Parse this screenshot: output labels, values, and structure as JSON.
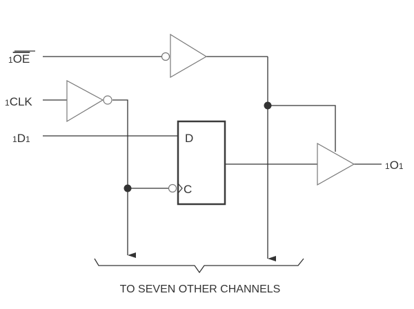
{
  "signals": {
    "oe": {
      "prefix": "1",
      "name": "OE",
      "active_low": true
    },
    "clk": {
      "prefix": "1",
      "name": "CLK"
    },
    "d": {
      "prefix": "1",
      "name": "D",
      "suffix": "1"
    },
    "out": {
      "prefix": "1",
      "name": "O",
      "suffix": "1"
    }
  },
  "flipflop": {
    "d_label": "D",
    "c_label": "C"
  },
  "footer": {
    "text": "TO SEVEN OTHER CHANNELS"
  },
  "colors": {
    "line": "#333333",
    "gate": "#777777",
    "box": "#3a3a3a"
  }
}
